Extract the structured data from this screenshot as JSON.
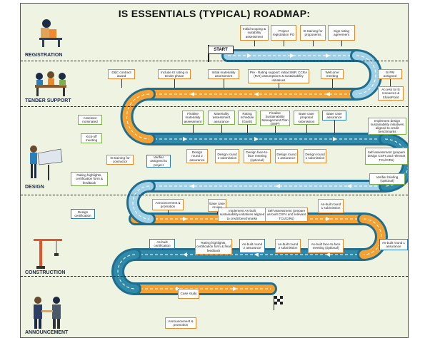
{
  "title": "IS ESSENTIALS (TYPICAL) ROADMAP:",
  "start_label": "START",
  "phases": {
    "registration": "REGISTRATION",
    "tender_support": "TENDER SUPPORT",
    "design": "DESIGN",
    "construction": "CONSTRUCTION",
    "announcement": "ANNOUNCEMENT"
  },
  "steps": {
    "s01": "Initial scoping & suitability assessment",
    "s02": "Project registration PO",
    "s03": "IS training for proponents",
    "s04": "Sign rating agreement",
    "s05": "D&C contract award",
    "s06": "Include IS rating in tender phase",
    "s07": "Initial materiality assessment",
    "s08": "Pre - Rating support: initial SMP, CCRA (RAI) assumptions & sustainability initiatives",
    "s09": "Welcome meeting",
    "s10": "IS PM assigned",
    "s11": "Access to IS resources & SharePoint",
    "s12": "Assessor nominated",
    "s13": "Kick-off meeting",
    "s14": "Finalise materiality assessment",
    "s15": "Materiality assessment assurance",
    "s16": "Rating schedule (Gantt)",
    "s17": "Finalise Sustainability Management Plan (SMP)",
    "s18": "Base case proposal submission",
    "s19": "Base case assurance",
    "s20": "Implement design sustainability initiatives aligned to credit benchmarks",
    "s21": "IS training for contractor",
    "s22": "Verifier assigned to project",
    "s23": "Design round 2 assurance",
    "s24": "Design round 2 submission",
    "s25": "Design face-to-face meeting (optional)",
    "s26": "Design round 1 assurance",
    "s27": "Design round 1 submission",
    "s28": "Self-assessment (prepare design CSFs and relevant TCs/CIRs)",
    "s29": "Rating highlights, certification form & feedback",
    "s30": "Verifier briefing (optional)",
    "s31": "Announcement & promotion",
    "s32": "Base case review",
    "s33": "Implement As-built sustainability initiatives aligned to credit benchmarks",
    "s34": "Self-assessment (prepare as-built CSFs and relevant TCs/CIRs)",
    "s35": "As-built round 1 submission",
    "s36": "Design certification",
    "s37": "As-built certification",
    "s38": "Rating highlights, certification form & final feedback",
    "s39": "As-built round 2 assurance",
    "s40": "As-built round 2 submission",
    "s41": "As-built face-to-face meeting (optional)",
    "s42": "As-built round 1 assurance",
    "s43": "Case study",
    "s44": "Announcement & promotion"
  }
}
